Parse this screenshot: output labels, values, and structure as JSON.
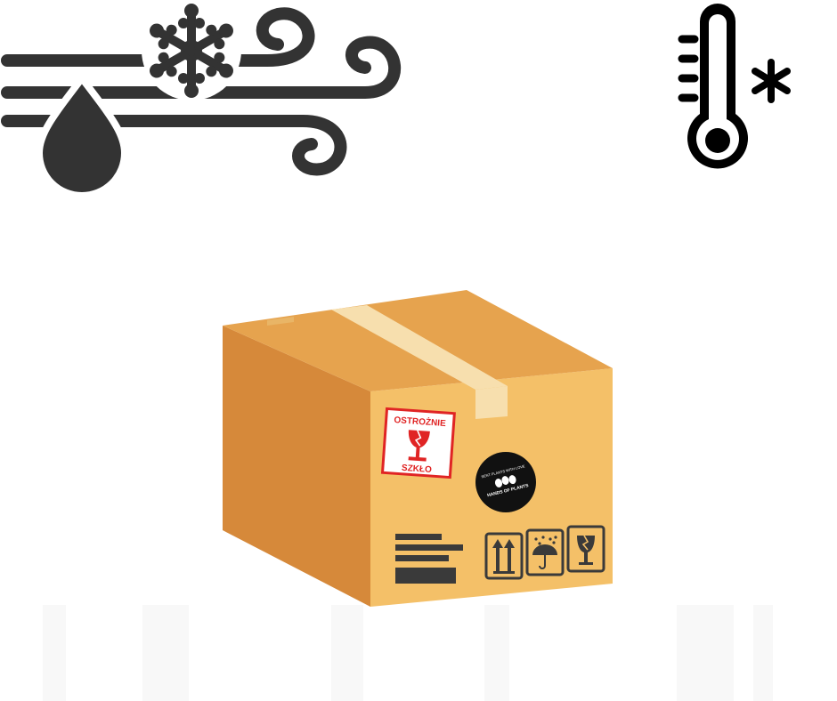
{
  "icons": {
    "weather": "wind-snow-rain-icon",
    "thermometer": "thermometer-cold-icon",
    "box": "cardboard-box-icon"
  },
  "labels": {
    "fragile_top": "OSTROŻNIE",
    "fragile_bottom": "SZKŁO",
    "brand_name": "HANDS OF PLANTS",
    "brand_tagline": "SENT PLANTS WITH LOVE"
  },
  "colors": {
    "icon_dark": "#333333",
    "box_front": "#f4c068",
    "box_side": "#d6893a",
    "box_top": "#e6a34e",
    "tape": "#f7dfae",
    "fragile_red": "#e02424",
    "brand_circle": "#111111"
  }
}
